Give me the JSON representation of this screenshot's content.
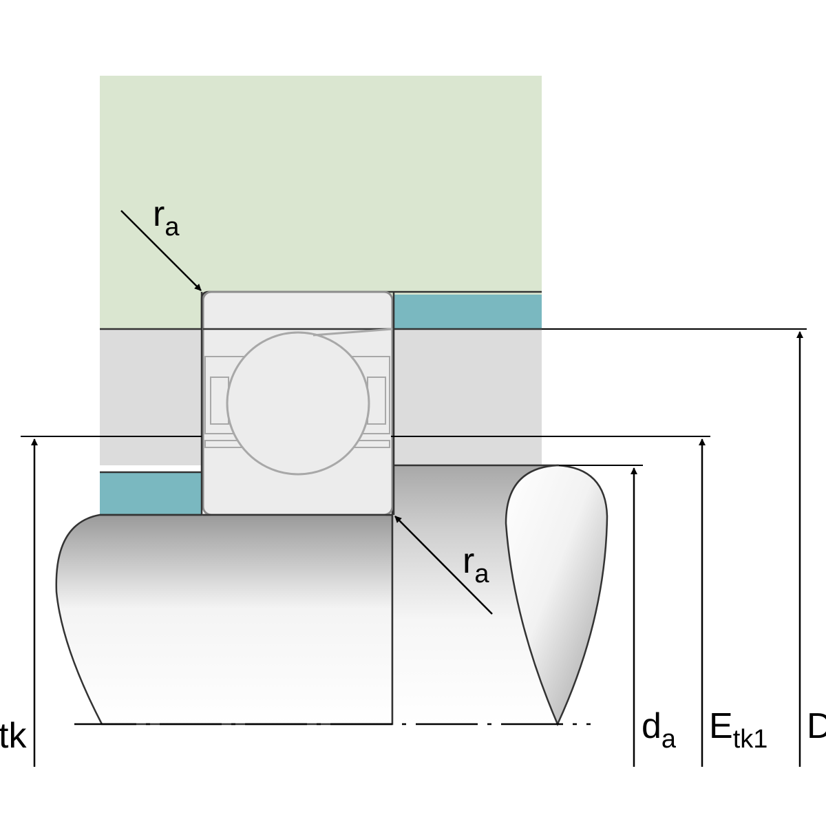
{
  "labels": {
    "ra_top": {
      "main": "r",
      "sub": "a"
    },
    "ra_bottom": {
      "main": "r",
      "sub": "a"
    },
    "etk_left": {
      "main": "tk"
    },
    "da": {
      "main": "d",
      "sub": "a"
    },
    "etk1": {
      "main": "E",
      "sub": "tk1"
    },
    "D_right": {
      "main": "D"
    }
  },
  "colors": {
    "housing": "#dae6d0",
    "spacer": "#7ab8c0",
    "band": "#dcdcdc",
    "bearing": "#ececec",
    "bearing_outline": "#8c8c8c",
    "line": "#000000"
  }
}
